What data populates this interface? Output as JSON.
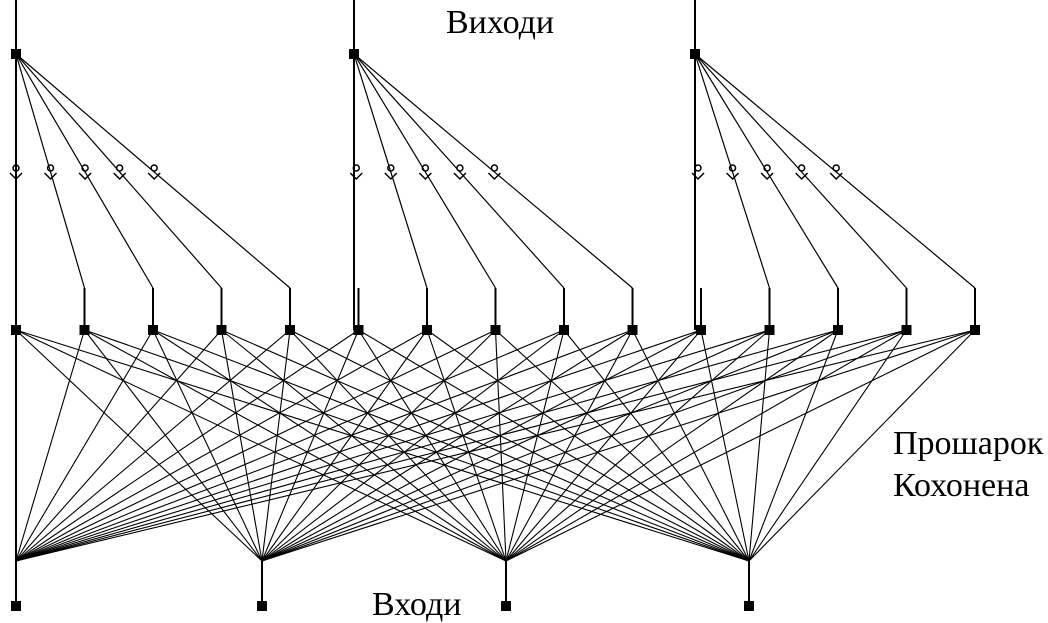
{
  "labels": {
    "outputs": "Виходи",
    "inputs": "Входи",
    "kohonen_line1": "Прошарок",
    "kohonen_line2": "Кохонена"
  },
  "network": {
    "inputs": 4,
    "kohonen_neurons": 15,
    "outputs": 3,
    "kohonen_per_output": 5,
    "weights_per_output": 5
  },
  "colors": {
    "line": "#000000",
    "node": "#000000",
    "background": "#ffffff"
  }
}
